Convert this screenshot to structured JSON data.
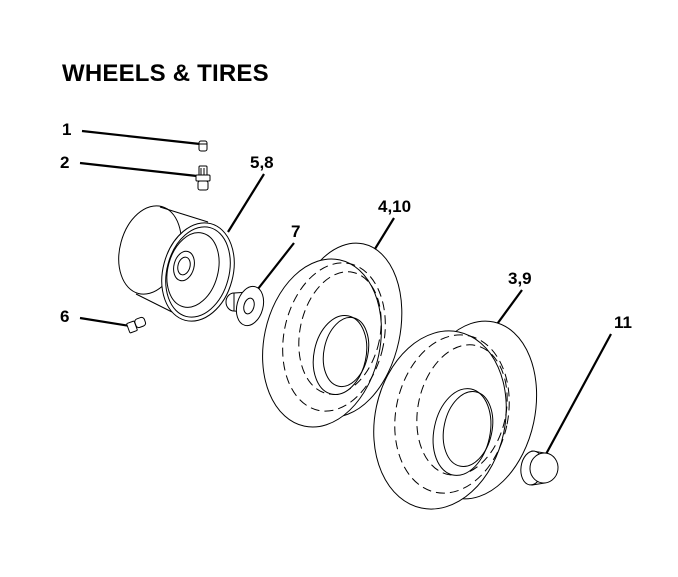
{
  "title": "WHEELS & TIRES",
  "callouts": {
    "c1": "1",
    "c2": "2",
    "c58": "5,8",
    "c7": "7",
    "c410": "4,10",
    "c39": "3,9",
    "c6": "6",
    "c11": "11"
  },
  "colors": {
    "ink": "#000000",
    "paper": "#ffffff"
  }
}
